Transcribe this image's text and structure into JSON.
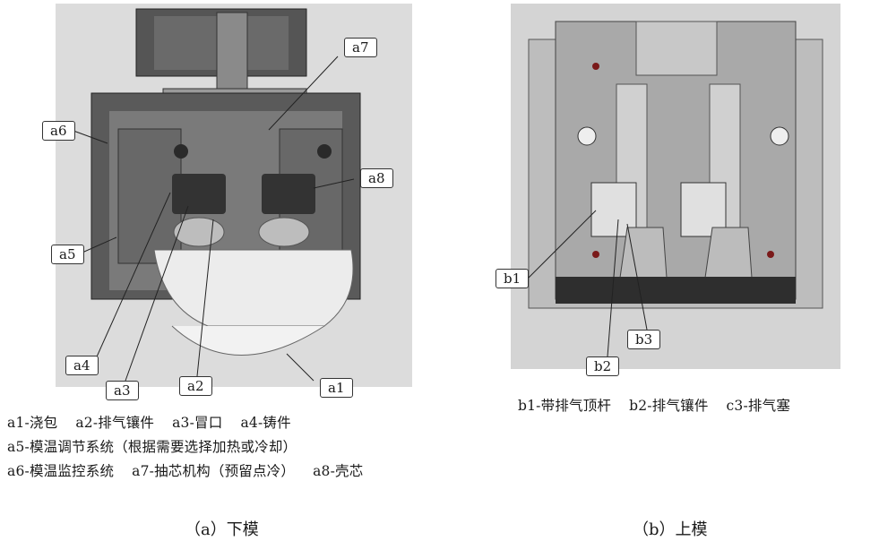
{
  "left_panel": {
    "callouts": {
      "a1": "a1",
      "a2": "a2",
      "a3": "a3",
      "a4": "a4",
      "a5": "a5",
      "a6": "a6",
      "a7": "a7",
      "a8": "a8"
    },
    "legend": {
      "line1": [
        "a1-浇包",
        "a2-排气镶件",
        "a3-冒口",
        "a4-铸件"
      ],
      "line2": [
        "a5-模温调节系统（根据需要选择加热或冷却）"
      ],
      "line3": [
        "a6-模温监控系统",
        "a7-抽芯机构（预留点冷）",
        "a8-壳芯"
      ]
    },
    "caption": "（a）下模"
  },
  "right_panel": {
    "callouts": {
      "b1": "b1",
      "b2": "b2",
      "b3": "b3"
    },
    "legend": [
      "b1-带排气顶杆",
      "b2-排气镶件",
      "c3-排气塞"
    ],
    "caption": "（b）上模"
  }
}
